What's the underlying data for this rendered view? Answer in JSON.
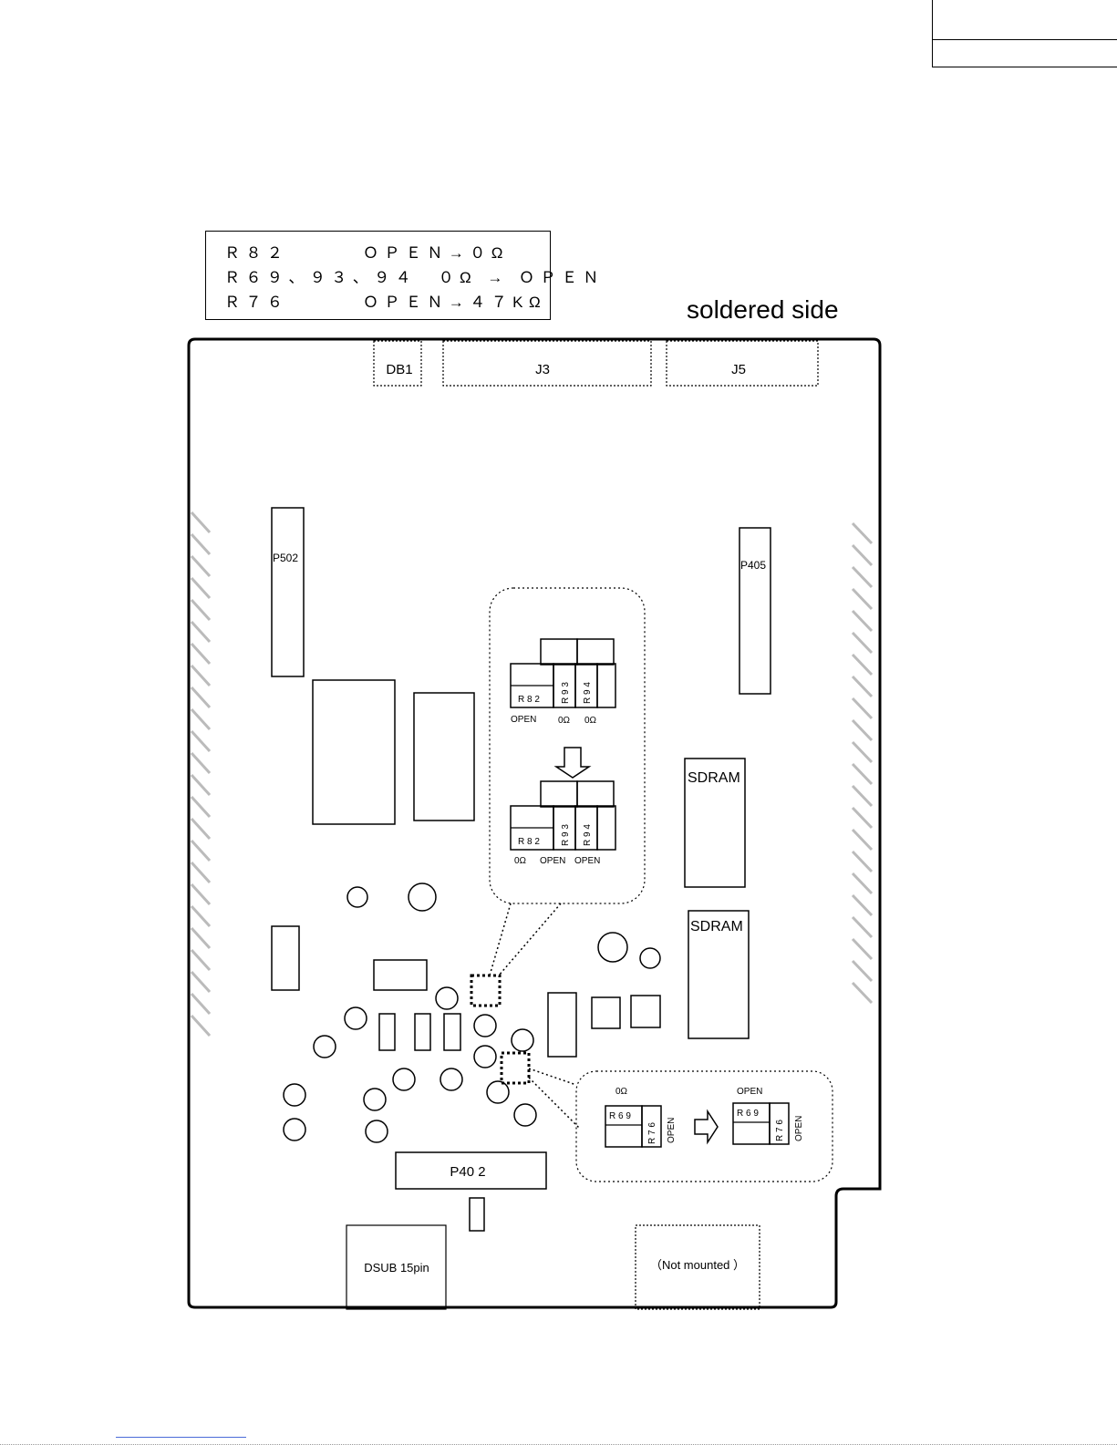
{
  "notes": [
    {
      "ref": "R82",
      "change": "OPEN→0Ω",
      "text": "Ｒ８２　　　 ＯＰＥＮ→０Ω"
    },
    {
      "ref": "R69、93、94",
      "change": "0Ω → OPEN",
      "text": "Ｒ６９、９３、９４　０Ω → ＯＰＥＮ"
    },
    {
      "ref": "R76",
      "change": "OPEN→47KΩ",
      "text": "Ｒ７６　　　 ＯＰＥＮ→４７KΩ"
    }
  ],
  "title": "soldered side",
  "connectors": {
    "db1": "DB1",
    "j3": "J3",
    "j5": "J5",
    "p502": "P502",
    "p405": "P405",
    "p402": "P40 2",
    "dsub": "DSUB 15pin",
    "not_mounted": "（Not mounted ）"
  },
  "ics": {
    "sdram1": "SDRAM",
    "sdram2": "SDRAM"
  },
  "detail_top": {
    "before": {
      "r82": "R 8 2",
      "r93": "R 9 3",
      "r94": "R 9 4",
      "r82_state": "OPEN",
      "r93_state": "0Ω",
      "r94_state": "0Ω"
    },
    "after": {
      "r82": "R 8 2",
      "r93": "R 9 3",
      "r94": "R 9 4",
      "r82_state": "0Ω",
      "r93_state": "OPEN",
      "r94_state": "OPEN"
    }
  },
  "detail_bottom": {
    "before": {
      "r69": "R 6 9",
      "r76": "R 7 6",
      "r69_state": "0Ω",
      "r76_state": "OPEN"
    },
    "after": {
      "r69": "R 6 9",
      "r76": "R 7 6",
      "r69_state": "OPEN",
      "r76_state": "OPEN"
    }
  }
}
